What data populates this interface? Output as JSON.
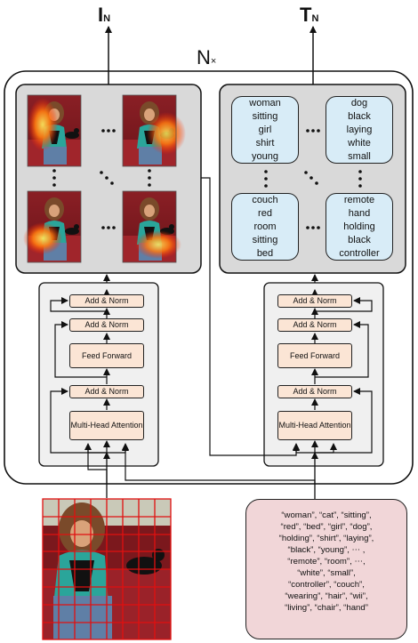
{
  "output_image_label": {
    "main": "I",
    "sub": "N"
  },
  "output_text_label": {
    "main": "T",
    "sub": "N"
  },
  "repeat_label": {
    "main": "N",
    "sub": "×"
  },
  "word_boxes": [
    [
      "woman",
      "sitting",
      "girl",
      "shirt",
      "young"
    ],
    [
      "dog",
      "black",
      "laying",
      "white",
      "small"
    ],
    [
      "couch",
      "red",
      "room",
      "sitting",
      "bed"
    ],
    [
      "remote",
      "hand",
      "holding",
      "black",
      "controller"
    ]
  ],
  "ellipsis": "•••",
  "encoder_blocks": {
    "add_norm": "Add & Norm",
    "feed_forward": "Feed Forward",
    "attention": "Multi-Head Attention"
  },
  "token_lines": [
    "“woman”, “cat”, “sitting”,",
    "“red”, “bed”, “girl”, “dog”,",
    "“holding”, “shirt”, “laying”,",
    "“black”, “young”,  ⋯ ,",
    "“remote”, “room”, ⋯,",
    "“white”, “small”,",
    "“controller”, “couch”,",
    "“wearing”, “hair”, “wii”,",
    "“living”, “chair”, “hand”"
  ]
}
